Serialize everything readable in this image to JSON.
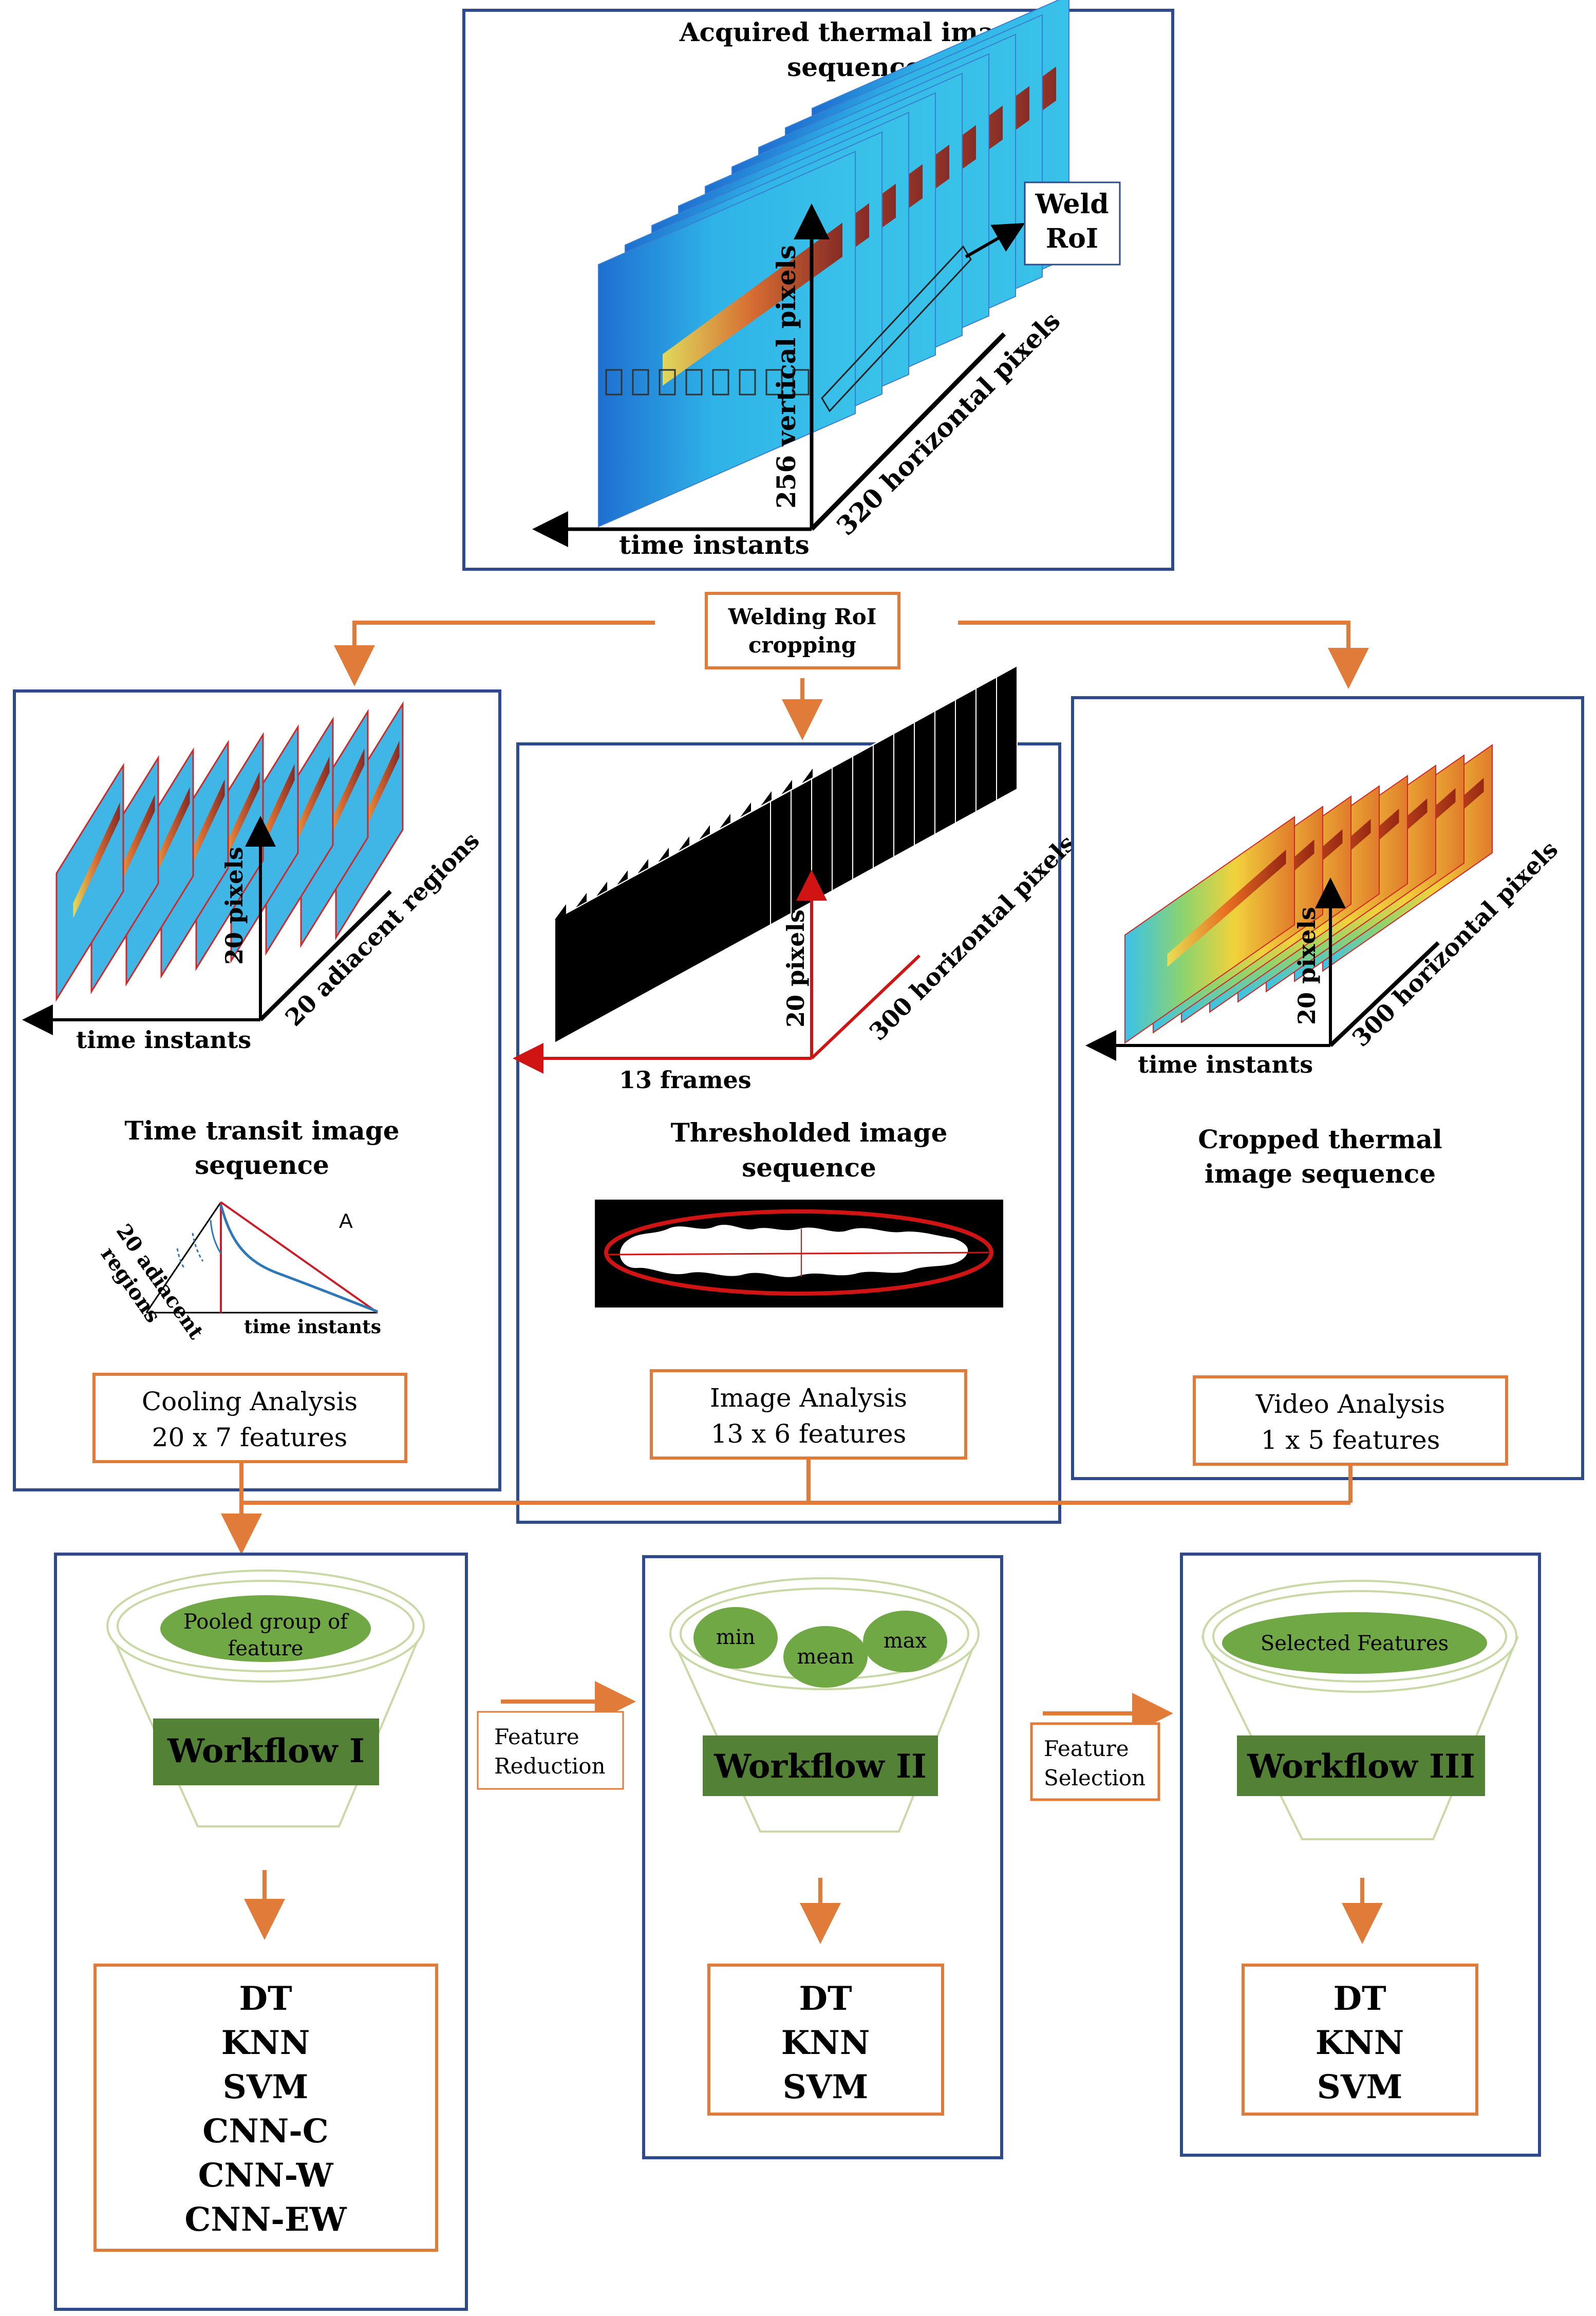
{
  "acquisition": {
    "title_line1": "Acquired thermal image",
    "title_line2": "sequence",
    "weld_label_line1": "Weld",
    "weld_label_line2": "RoI",
    "axis_vertical": "256 vertical pixels",
    "axis_horizontal": "320 horizontal pixels",
    "axis_time": "time instants"
  },
  "crop_step": {
    "line1": "Welding RoI",
    "line2": "cropping"
  },
  "panels": {
    "cooling": {
      "axis_vertical": "20 pixels",
      "axis_regions": "20 adiacent regions",
      "axis_time": "time instants",
      "title_line1": "Time transit image",
      "title_line2": "sequence",
      "plot_marker": "A",
      "plot_ylabel_line1": "20 adiacent",
      "plot_ylabel_line2": "regions",
      "plot_xlabel": "time instants",
      "analysis_line1": "Cooling Analysis",
      "analysis_line2": "20 x 7 features"
    },
    "image": {
      "axis_vertical": "20 pixels",
      "axis_horizontal": "300 horizontal pixels",
      "axis_frames": "13 frames",
      "title_line1": "Thresholded image",
      "title_line2": "sequence",
      "analysis_line1": "Image Analysis",
      "analysis_line2": "13 x 6 features"
    },
    "video": {
      "axis_vertical": "20 pixels",
      "axis_horizontal": "300 horizontal pixels",
      "axis_time": "time instants",
      "title_line1": "Cropped thermal",
      "title_line2": "image sequence",
      "analysis_line1": "Video Analysis",
      "analysis_line2": "1 x 5  features"
    }
  },
  "workflows": [
    {
      "funnel_line1": "Pooled group of",
      "funnel_line2": "feature",
      "name": "Workflow I",
      "classifiers": [
        "DT",
        "KNN",
        "SVM",
        "CNN-C",
        "CNN-W",
        "CNN-EW"
      ]
    },
    {
      "stat_min": "min",
      "stat_mean": "mean",
      "stat_max": "max",
      "name": "Workflow II",
      "classifiers": [
        "DT",
        "KNN",
        "SVM"
      ]
    },
    {
      "funnel_line1": "Selected Features",
      "name": "Workflow III",
      "classifiers": [
        "DT",
        "KNN",
        "SVM"
      ]
    }
  ],
  "transitions": {
    "reduction_line1": "Feature",
    "reduction_line2": "Reduction",
    "selection_line1": "Feature",
    "selection_line2": "Selection"
  },
  "colors": {
    "panel_border": "#2E4A8B",
    "connector": "#E07B39",
    "funnel_green": "#70A845",
    "workflow_green": "#538135",
    "funnel_outline": "#C9D9A6"
  }
}
